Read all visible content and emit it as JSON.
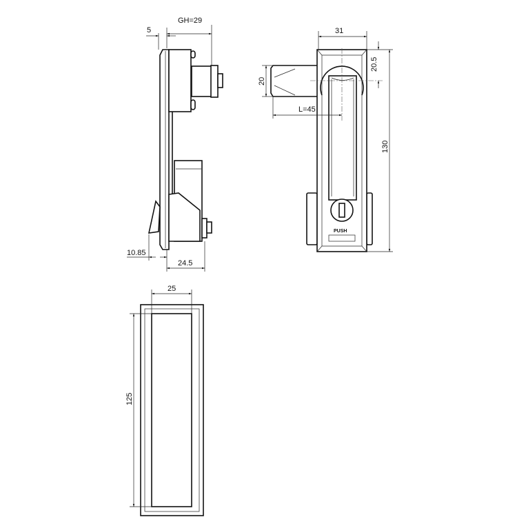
{
  "side_view": {
    "gh": "GH=29",
    "five": "5",
    "offset": "10.85",
    "depth": "24.5"
  },
  "front_view": {
    "width": "31",
    "cam_offset": "20.5",
    "height": "130",
    "tab_height": "20",
    "length": "L=45",
    "push_label": "PUSH"
  },
  "cutout_view": {
    "width": "25",
    "height": "125"
  },
  "colors": {
    "line": "#111111",
    "background": "#ffffff"
  }
}
